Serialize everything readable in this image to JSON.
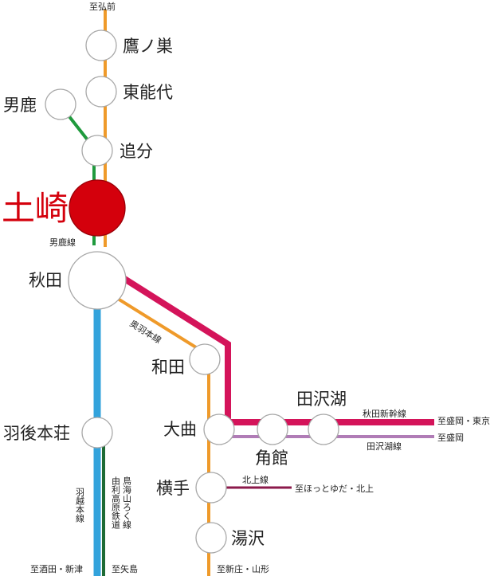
{
  "colors": {
    "ou_line": "#ef9a2a",
    "oga_line": "#1f9a3d",
    "shinkansen": "#d4145a",
    "tazawako_line": "#b07cb6",
    "uetsu_line": "#33a3dc",
    "chokai_line": "#1e6b35",
    "kitakami_line": "#8b1a4b",
    "highlight": "#d4000c"
  },
  "highlighted_station": "土崎",
  "stations": {
    "takanosu": "鷹ノ巣",
    "higashinoshiro": "東能代",
    "oga": "男鹿",
    "oiwake": "追分",
    "tsuchizaki": "土崎",
    "akita": "秋田",
    "wada": "和田",
    "honjo": "羽後本荘",
    "omagari": "大曲",
    "kakunodate": "角館",
    "tazawako": "田沢湖",
    "yokote": "横手",
    "yuzawa": "湯沢"
  },
  "lines": {
    "oga_line": "男鹿線",
    "ou_main_line": "奥羽本線",
    "akita_shinkansen": "秋田新幹線",
    "tazawako_line": "田沢湖線",
    "kitakami_line": "北上線",
    "uetsu_line": "羽越本線",
    "yuri_kogen_line": "由利高原鉄道",
    "chokai_sanroku_line": "鳥海山ろく線"
  },
  "directions": {
    "hirosaki": "至弘前",
    "morioka_tokyo": "至盛岡・東京",
    "morioka": "至盛岡",
    "hottoyuda_kitakami": "至ほっとゆだ・北上",
    "shinjo_yamagata": "至新庄・山形",
    "sakata_niitsu": "至酒田・新津",
    "yashima": "至矢島"
  }
}
